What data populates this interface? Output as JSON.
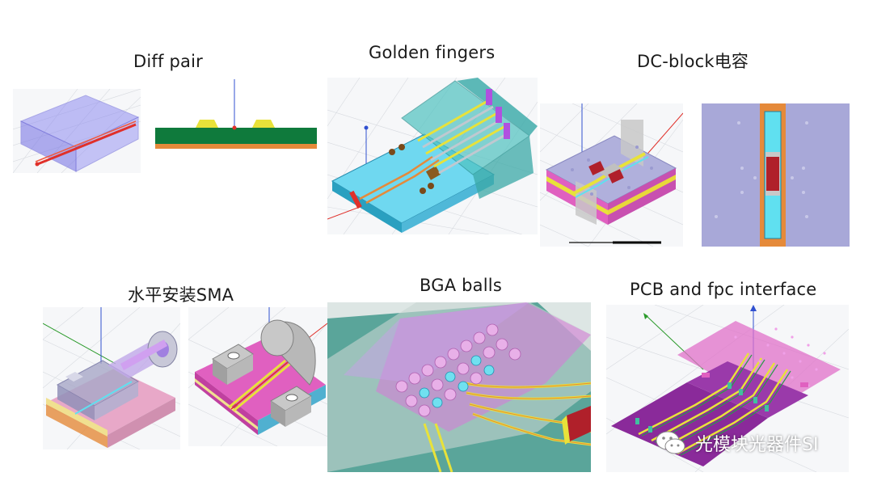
{
  "titles": {
    "diff_pair": "Diff pair",
    "golden_fingers": "Golden fingers",
    "dc_block": "DC-block电容",
    "sma": "水平安装SMA",
    "bga": "BGA balls",
    "pcb_fpc": "PCB and fpc interface"
  },
  "watermark": {
    "text": "光模块光器件SI"
  },
  "colors": {
    "board_green": "#0f7a3c",
    "copper_orange": "#e58a3a",
    "trace_yellow": "#e8e23a",
    "signal_red": "#e0302a",
    "dielectric_blue": "#7fa0ff",
    "mold_teal": "#4fc2c0",
    "substrate_purple": "#a8a8d8",
    "pcb_pink": "#e060c0",
    "fpc_purple": "#8a2a9a",
    "cap_red": "#b0202a",
    "cyan": "#60e0f0",
    "grid": "#d8dbe0"
  }
}
